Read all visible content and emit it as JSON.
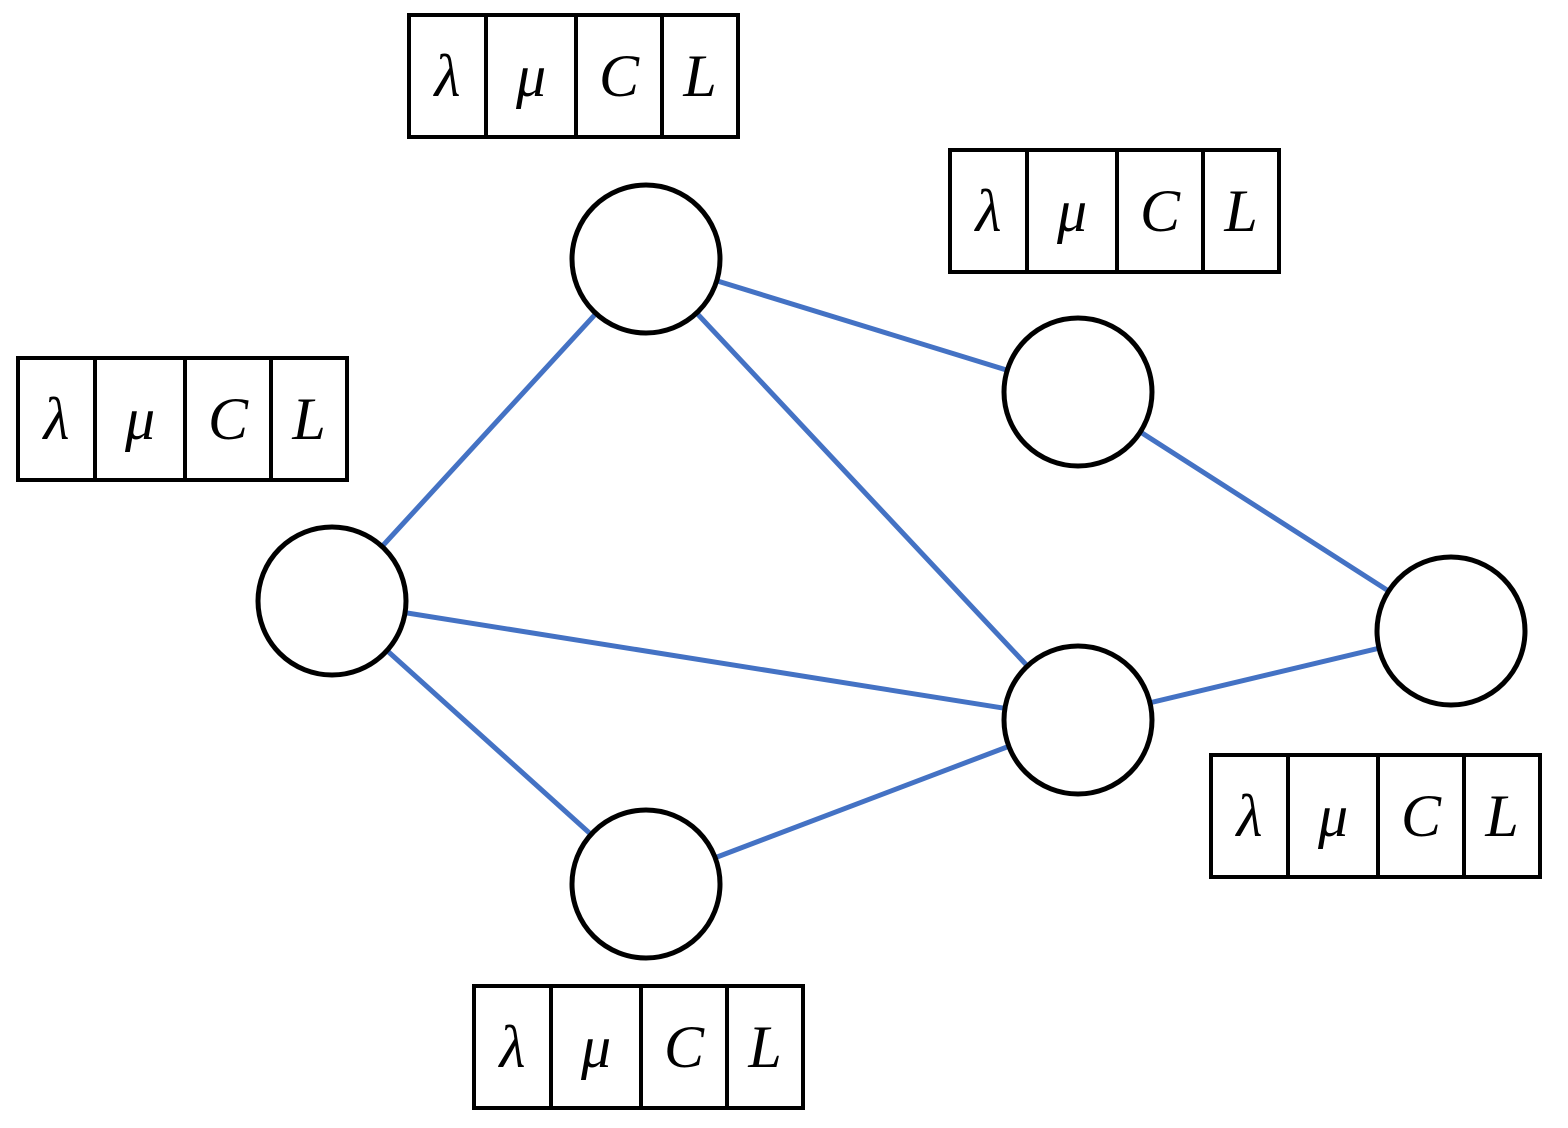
{
  "parameter_labels": {
    "lambda": "λ",
    "mu": "μ",
    "C": "C",
    "L": "L"
  },
  "colors": {
    "edge": "#4472c4",
    "node_outline": "#000000",
    "background": "#ffffff"
  },
  "nodes": [
    "n-top",
    "n-top-right",
    "n-left",
    "n-center-right",
    "n-far-right",
    "n-bottom"
  ],
  "edges": [
    [
      "n-top",
      "n-top-right"
    ],
    [
      "n-top",
      "n-left"
    ],
    [
      "n-top",
      "n-center-right"
    ],
    [
      "n-top-right",
      "n-far-right"
    ],
    [
      "n-left",
      "n-center-right"
    ],
    [
      "n-left",
      "n-bottom"
    ],
    [
      "n-bottom",
      "n-center-right"
    ],
    [
      "n-center-right",
      "n-far-right"
    ]
  ]
}
